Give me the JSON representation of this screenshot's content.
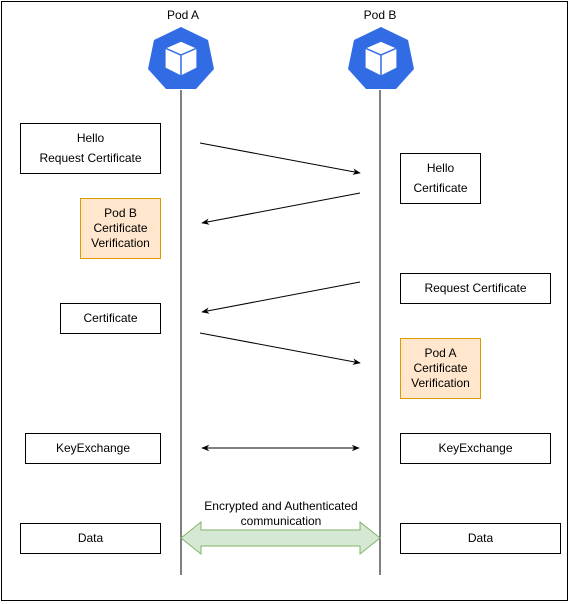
{
  "pods": {
    "a": {
      "label": "Pod A",
      "icon": "kubernetes-pod-icon"
    },
    "b": {
      "label": "Pod B",
      "icon": "kubernetes-pod-icon"
    }
  },
  "left_boxes": {
    "hello": {
      "line1": "Hello",
      "line2": "Request Certificate"
    },
    "verify": {
      "line1": "Pod B",
      "line2": "Certificate",
      "line3": "Verification"
    },
    "certificate": "Certificate",
    "keyexchange": "KeyExchange",
    "data": "Data"
  },
  "right_boxes": {
    "hello": {
      "line1": "Hello",
      "line2": "Certificate"
    },
    "request": "Request Certificate",
    "verify": {
      "line1": "Pod A",
      "line2": "Certificate",
      "line3": "Verification"
    },
    "keyexchange": "KeyExchange",
    "data": "Data"
  },
  "channel": {
    "line1": "Encrypted and Authenticated",
    "line2": "communication"
  },
  "colors": {
    "pod_blue": "#326ce5",
    "verify_fill": "#ffe6cc",
    "verify_stroke": "#d79b00",
    "channel_fill": "#d5e8d4",
    "channel_stroke": "#82b366"
  }
}
